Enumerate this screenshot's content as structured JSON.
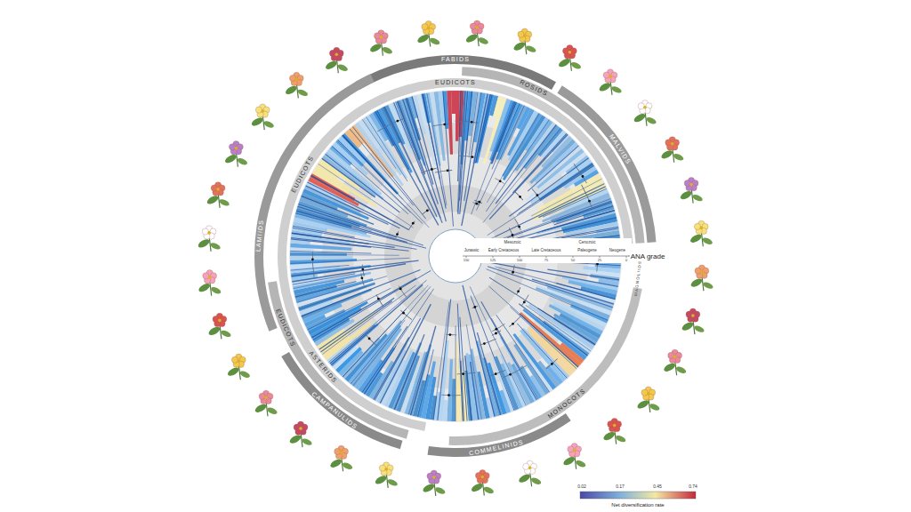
{
  "diagram": {
    "labels": [
      "FABIDS",
      "EUDICOTS",
      "ROSIDS",
      "MALVIDS",
      "ANA grade",
      "MAGNOLIIDS",
      "MONOCOTS",
      "COMMELINIDS",
      "CAMPANULIDS",
      "ASTERIDS",
      "EUDICOTS",
      "LAMIIDS",
      "EUDICOTS",
      "Jurassic",
      "Mesozoic",
      "Early Cretaceous",
      "Late Cretaceous",
      "Cenozoic",
      "Paleogene",
      "Neogene",
      "150",
      "125",
      "100",
      "75",
      "50",
      "25",
      "0",
      "0.02",
      "0.17",
      "0.45",
      "0.74"
    ],
    "legend": [
      {
        "text": "Net diversification rate"
      }
    ]
  }
}
